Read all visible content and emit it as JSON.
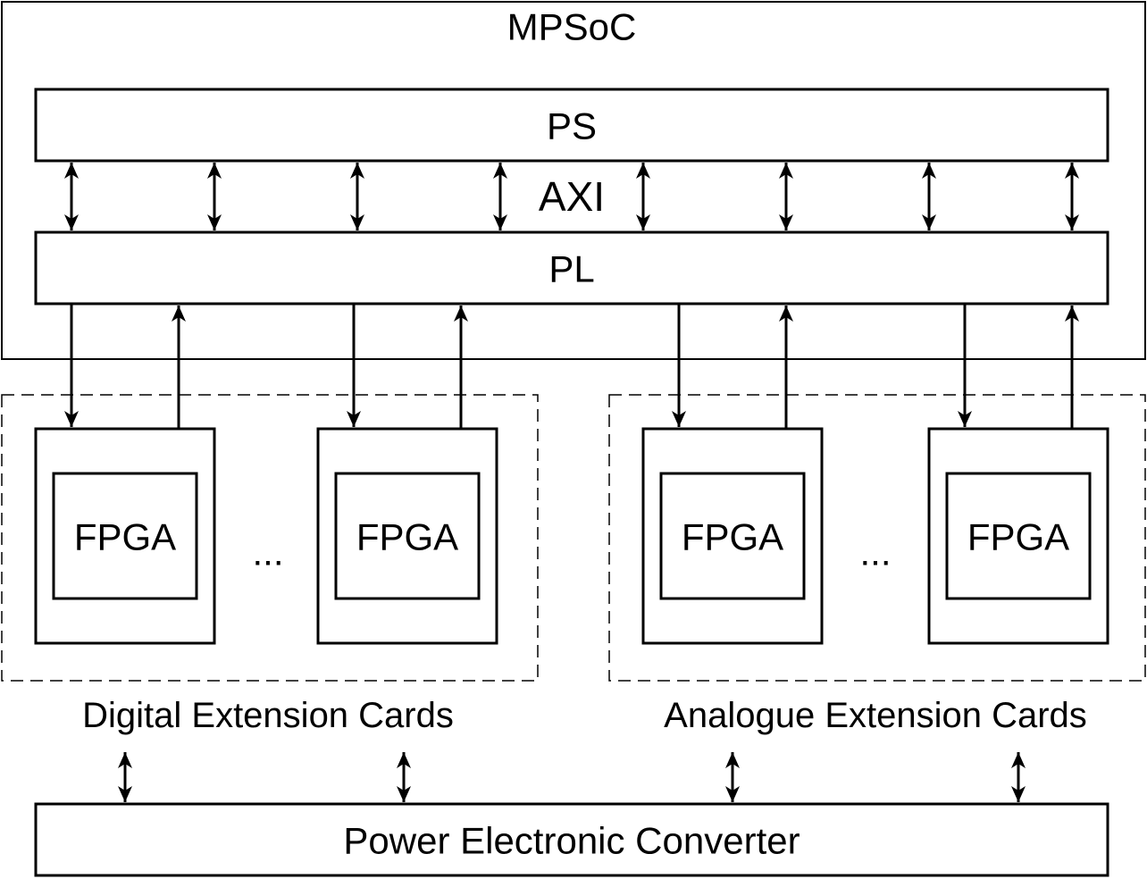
{
  "diagram": {
    "mpsoc_label": "MPSoC",
    "ps_label": "PS",
    "axi_label": "AXI",
    "pl_label": "PL",
    "fpga_labels": [
      "FPGA",
      "FPGA",
      "FPGA",
      "FPGA"
    ],
    "ellipsis_digital": "...",
    "ellipsis_analogue": "...",
    "digital_group_label": "Digital Extension Cards",
    "analogue_group_label": "Analogue Extension Cards",
    "converter_label": "Power Electronic Converter",
    "colors": {
      "stroke": "#000000",
      "background": "#ffffff"
    }
  }
}
